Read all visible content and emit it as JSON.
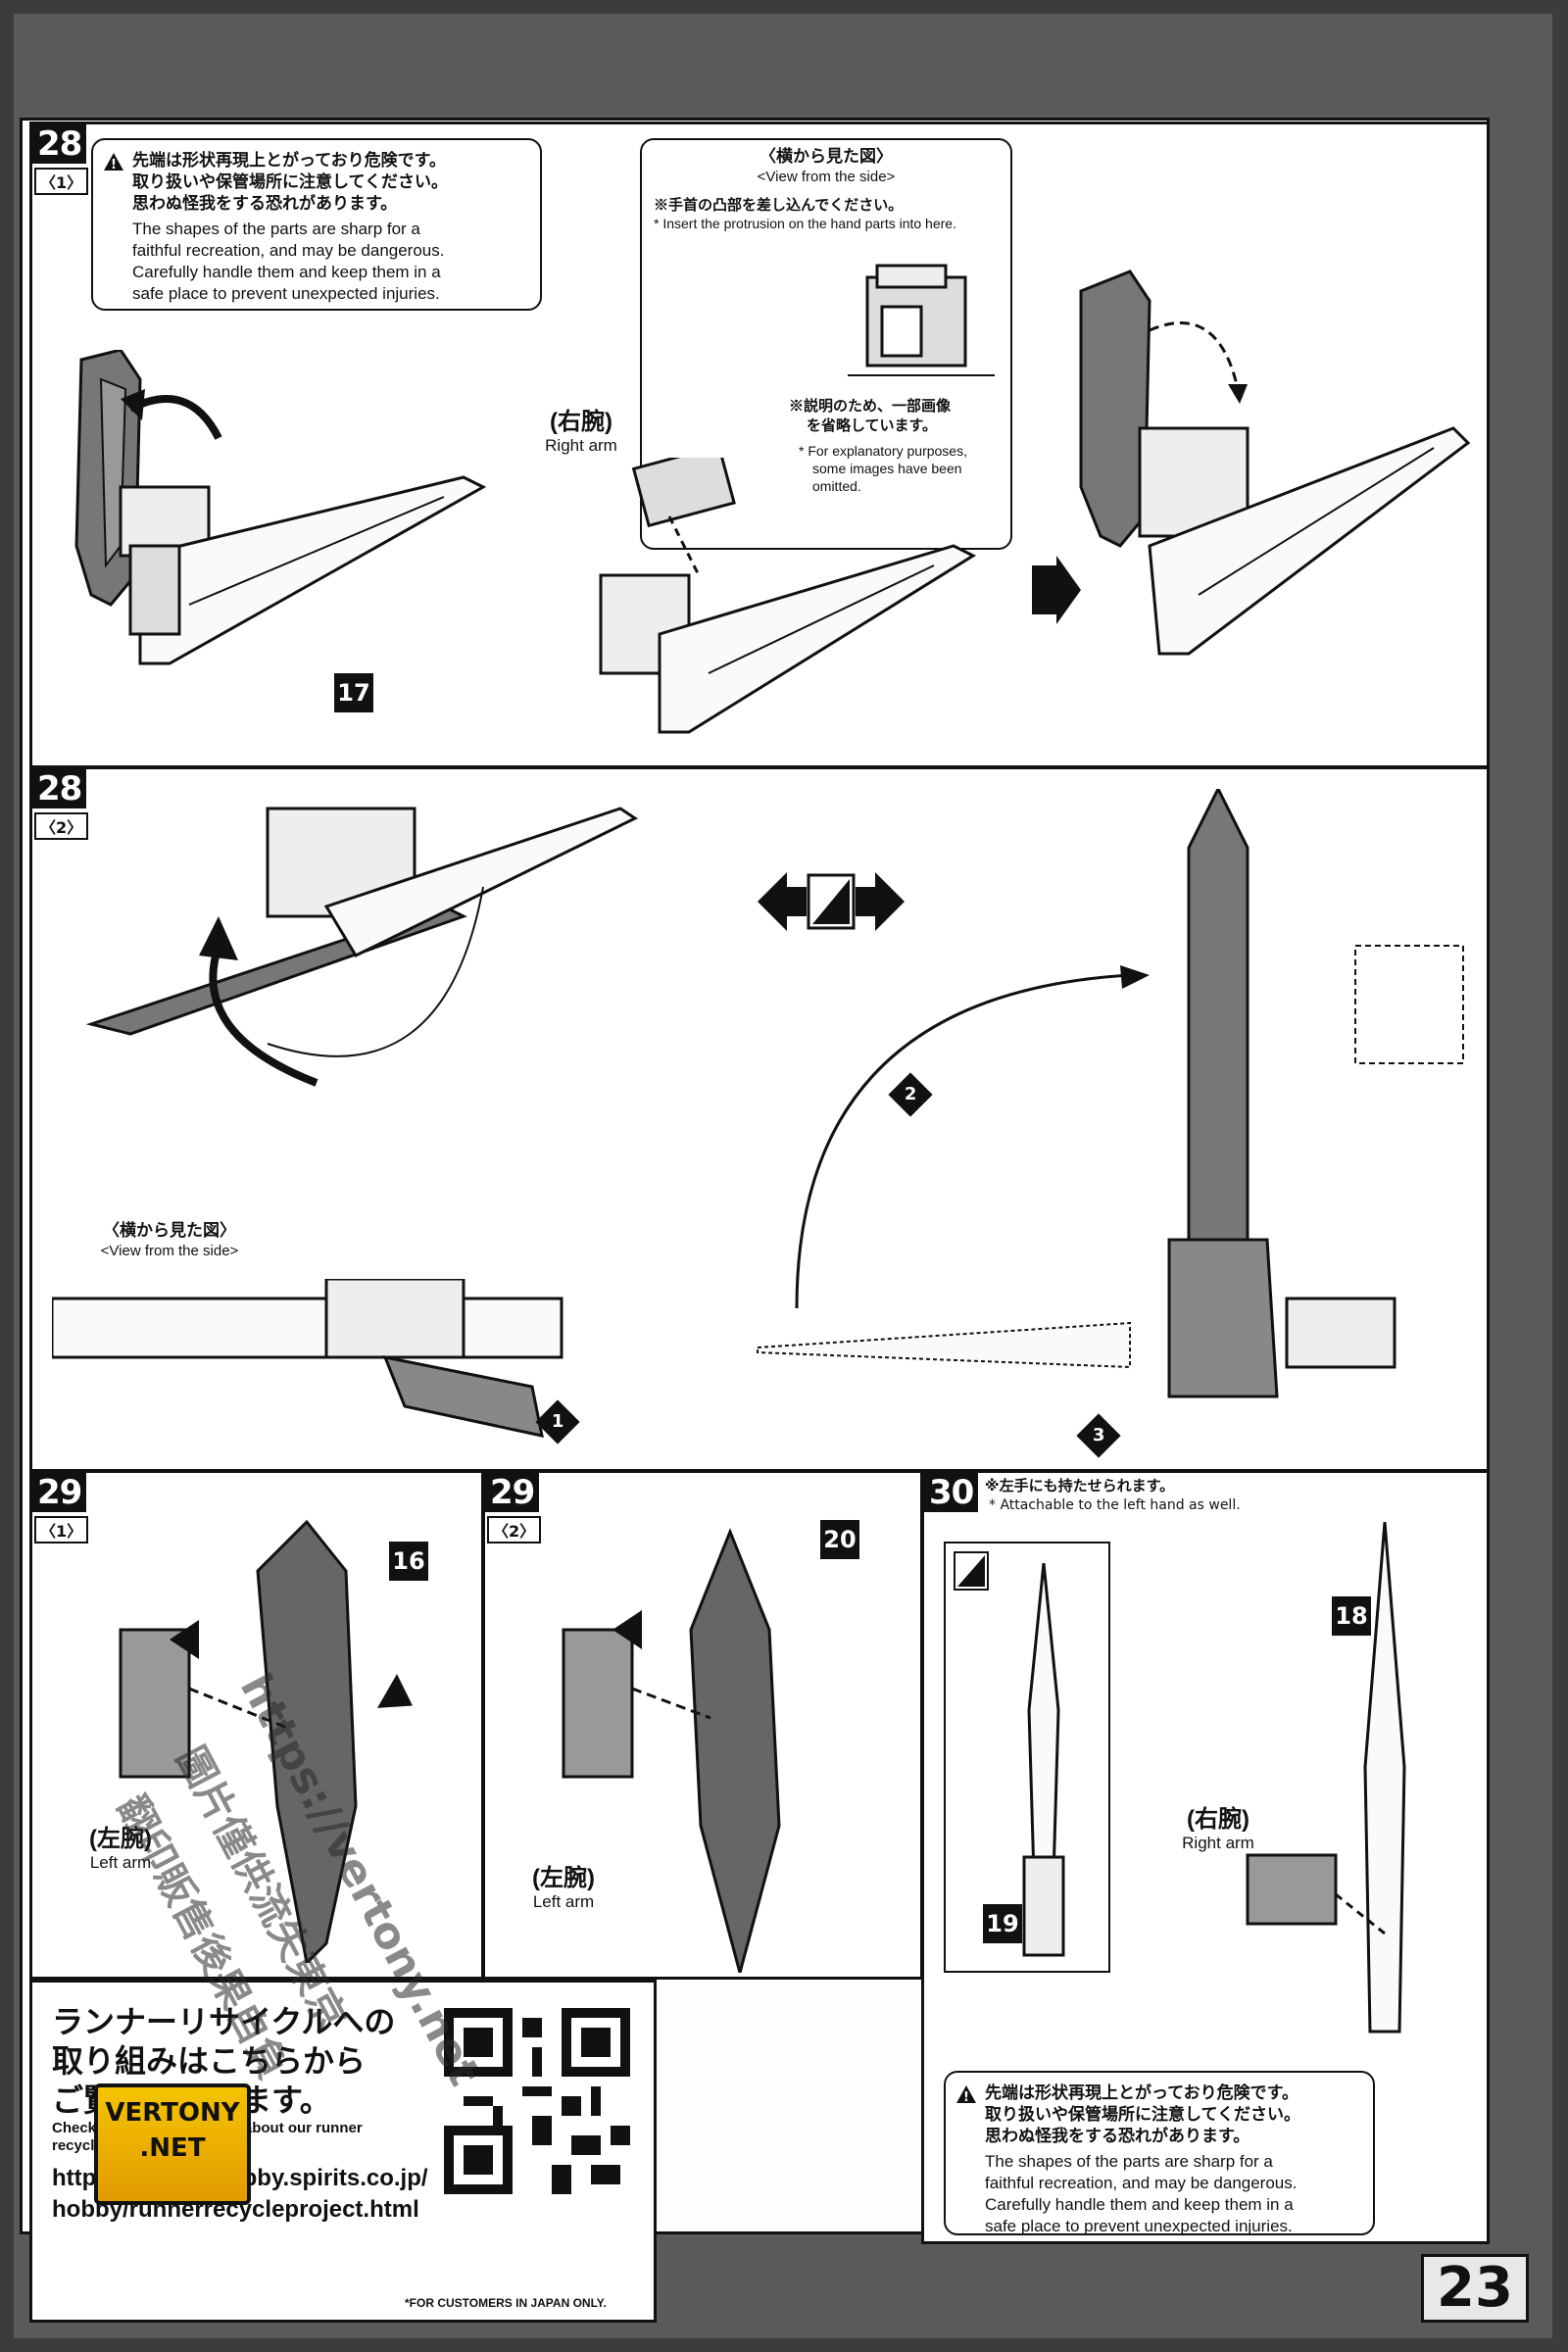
{
  "page": {
    "page_number": "23",
    "footnote": "*FOR CUSTOMERS IN JAPAN ONLY."
  },
  "warning": {
    "jp_lines": [
      "先端は形状再現上とがっており危険です。",
      "取り扱いや保管場所に注意してください。",
      "思わぬ怪我をする恐れがあります。"
    ],
    "en_lines": [
      "The shapes of the parts are sharp for a",
      "faithful recreation, and may be dangerous.",
      "Carefully handle them and keep them in a",
      "safe place to prevent unexpected injuries."
    ]
  },
  "step28_1": {
    "step": "28",
    "sub": "〈1〉",
    "side_view_jp": "〈横から見た図〉",
    "side_view_en": "<View from the side>",
    "note1_jp": "※手首の凸部を差し込んでください。",
    "note1_en": "* Insert the protrusion on the hand parts into here.",
    "note2_jp": [
      "※説明のため、一部画像",
      "を省略しています。"
    ],
    "note2_en": [
      "* For explanatory purposes,",
      "some images have been",
      "omitted."
    ],
    "arm_jp": "(右腕)",
    "arm_en": "Right arm",
    "part": "17"
  },
  "step28_2": {
    "step": "28",
    "sub": "〈2〉",
    "side_view_jp": "〈横から見た図〉",
    "side_view_en": "<View from the side>",
    "order": [
      "1",
      "2",
      "3"
    ]
  },
  "step29_1": {
    "step": "29",
    "sub": "〈1〉",
    "part": "16",
    "arm_jp": "(左腕)",
    "arm_en": "Left arm"
  },
  "step29_2": {
    "step": "29",
    "sub": "〈2〉",
    "part": "20",
    "arm_jp": "(左腕)",
    "arm_en": "Left arm"
  },
  "step30": {
    "step": "30",
    "note_jp": "※左手にも持たせられます。",
    "note_en": "* Attachable to the left hand as well.",
    "part_a": "19",
    "part_b": "18",
    "arm_jp": "(右腕)",
    "arm_en": "Right arm"
  },
  "recycle": {
    "jp_lines": [
      "ランナーリサイクルへの",
      "取り組みはこちらから",
      "ご覧いただけます。"
    ],
    "en_lines": [
      "Check here for information about our runner",
      "recycling initiative."
    ],
    "url_lines": [
      "https://bandai-hobby.spirits.co.jp/",
      "hobby/runnerrecycleproject.html"
    ]
  },
  "watermark": {
    "url": "https://vertony.net",
    "jp": "圖片僅供流失東京",
    "jp2": "翻印販售後果自負",
    "logo_line1": "VERTONY",
    "logo_line2": ".NET"
  }
}
